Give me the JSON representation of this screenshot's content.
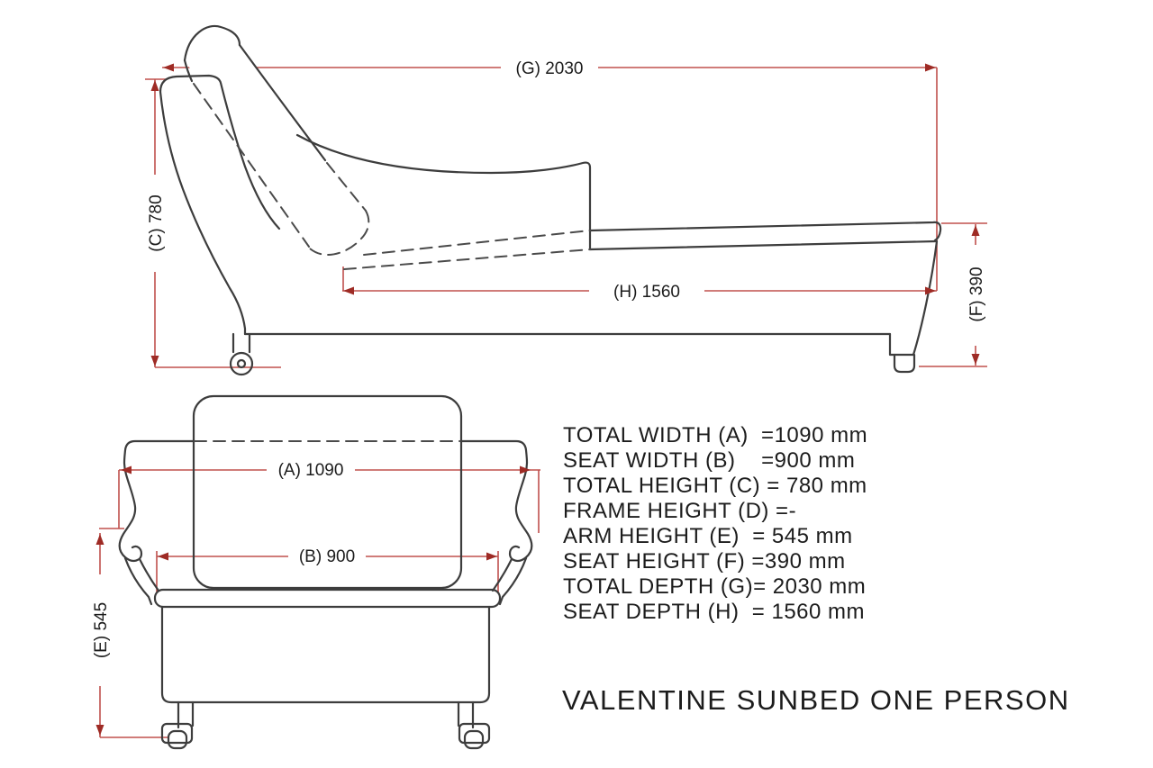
{
  "diagram": {
    "title": "VALENTINE SUNBED ONE PERSON",
    "colors": {
      "dimension_line": "#c0504d",
      "arrowhead": "#9e2b25",
      "line_art": "#3d3d3d",
      "hidden_line": "#4a4a4a",
      "background": "#ffffff"
    },
    "side_view": {
      "dims": {
        "g": "(G) 2030",
        "c": "(C) 780",
        "h": "(H) 1560",
        "f": "(F) 390"
      }
    },
    "front_view": {
      "dims": {
        "a": "(A) 1090",
        "b": "(B) 900",
        "e": "(E) 545"
      }
    },
    "spec_table": {
      "rows": [
        "TOTAL WIDTH (A)  =1090 mm",
        "SEAT WIDTH (B)    =900 mm",
        "TOTAL HEIGHT (C) = 780 mm",
        "FRAME HEIGHT (D) =-",
        "ARM HEIGHT (E)  = 545 mm",
        "SEAT HEIGHT (F) =390 mm",
        "TOTAL DEPTH (G)= 2030 mm",
        "SEAT DEPTH (H)  = 1560 mm"
      ]
    }
  }
}
